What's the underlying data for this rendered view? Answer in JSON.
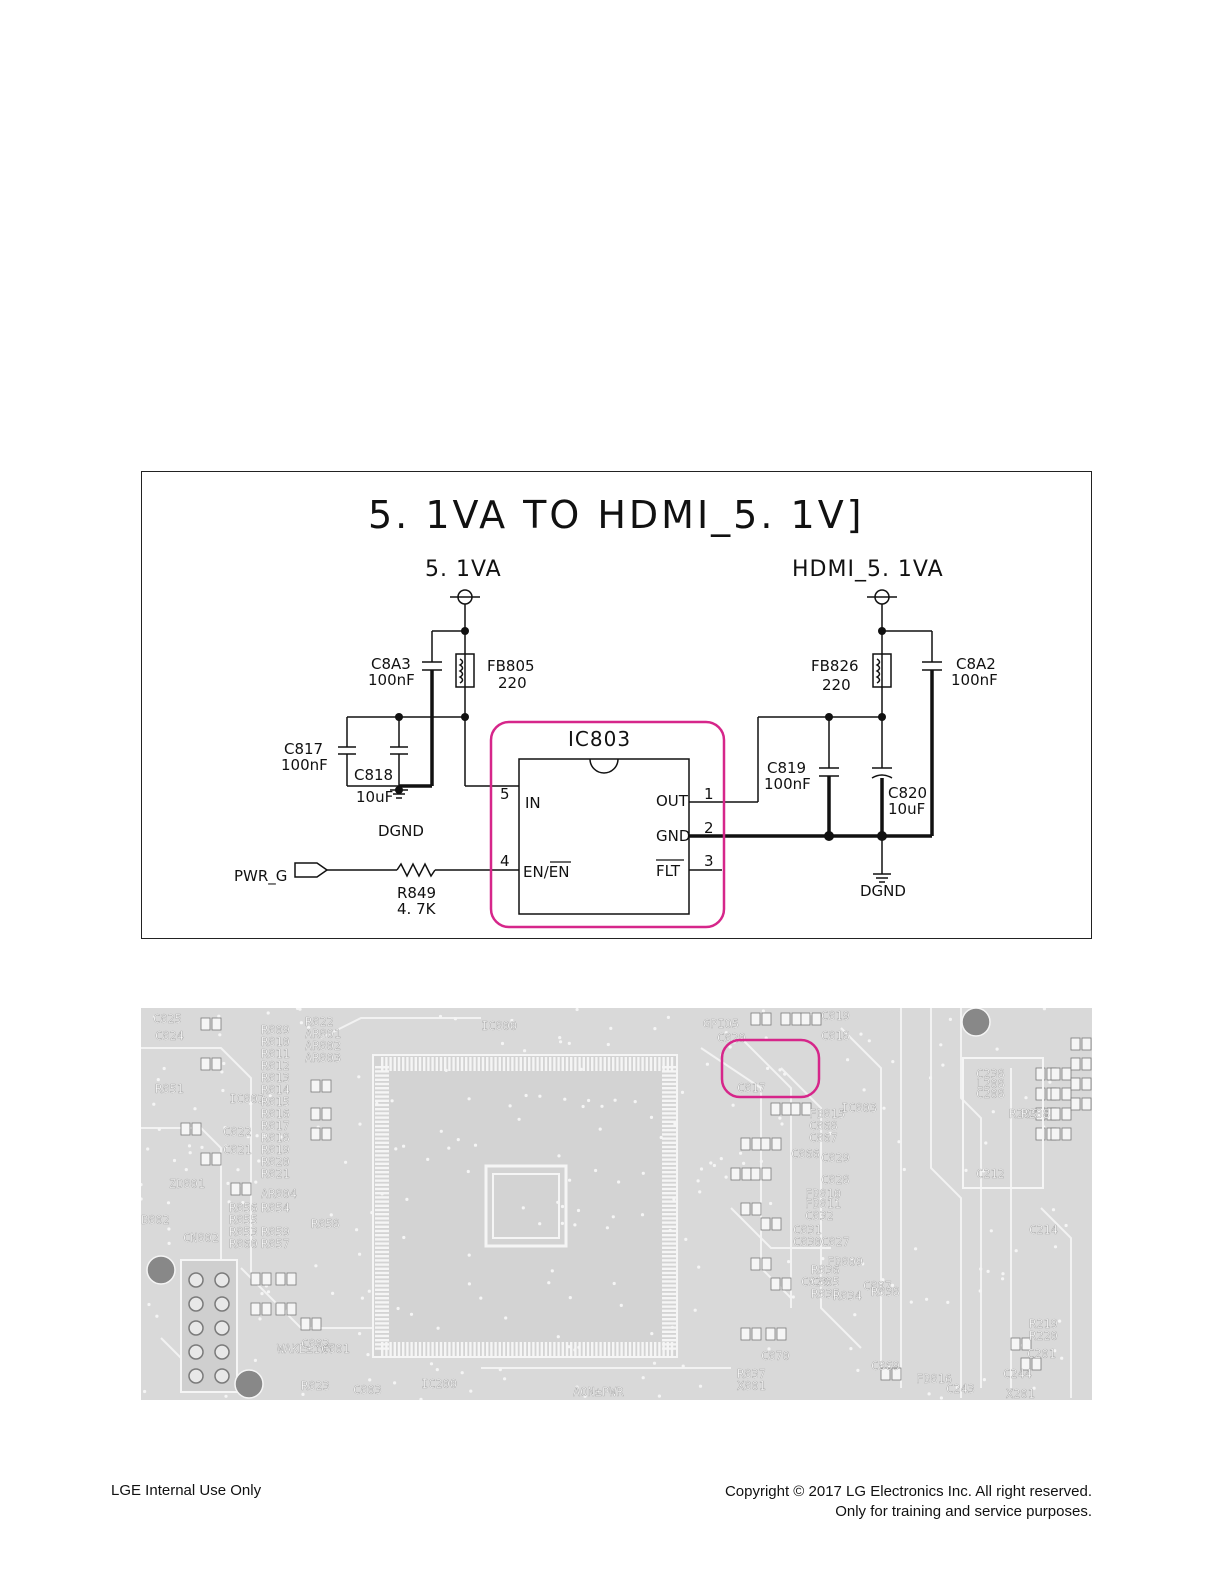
{
  "schematic": {
    "title": "5. 1VA TO HDMI_5. 1V]",
    "input_rail": "5. 1VA",
    "output_rail": "HDMI_5. 1VA",
    "ic": {
      "ref": "IC803",
      "pins": [
        {
          "num": "5",
          "name": "IN"
        },
        {
          "num": "4",
          "name": "EN/EN"
        },
        {
          "num": "1",
          "name": "OUT"
        },
        {
          "num": "2",
          "name": "GND"
        },
        {
          "num": "3",
          "name": "FLT"
        }
      ]
    },
    "components": {
      "c8a3": {
        "ref": "C8A3",
        "value": "100nF"
      },
      "fb805": {
        "ref": "FB805",
        "value": "220"
      },
      "c817": {
        "ref": "C817",
        "value": "100nF"
      },
      "c818": {
        "ref": "C818",
        "value": "10uF"
      },
      "fb826": {
        "ref": "FB826",
        "value": "220"
      },
      "c8a2": {
        "ref": "C8A2",
        "value": "100nF"
      },
      "c819": {
        "ref": "C819",
        "value": "100nF"
      },
      "c820": {
        "ref": "C820",
        "value": "10uF"
      },
      "r849": {
        "ref": "R849",
        "value": "4. 7K"
      }
    },
    "ground_left": "DGND",
    "ground_right": "DGND",
    "signal": "PWR_G",
    "highlight_color": "#d6268a"
  },
  "pcb": {
    "labels": [
      "C825",
      "C824",
      "R851",
      "IC802",
      "C822",
      "C821",
      "ZD801",
      "B802",
      "CN802",
      "R809",
      "R810",
      "R811",
      "R812",
      "R813",
      "R814",
      "R815",
      "R816",
      "R817",
      "R818",
      "R819",
      "R820",
      "R821",
      "R822",
      "AR801",
      "AR802",
      "AR803",
      "AR804",
      "R856",
      "R854",
      "R855",
      "R853",
      "R859",
      "R860",
      "R857",
      "R858",
      "WAKE±INT",
      "C802",
      "C801",
      "R823",
      "C803",
      "AON±PWR",
      "IC800",
      "GPIO5",
      "C820",
      "C819",
      "C818",
      "C817",
      "IC803",
      "FB815",
      "C868",
      "C867",
      "C866",
      "C829",
      "C828",
      "FB810",
      "FB811",
      "C832",
      "C831",
      "C830",
      "C827",
      "C826",
      "FB809",
      "R836",
      "C805",
      "R835",
      "R834",
      "C807",
      "R838",
      "R837",
      "X801",
      "C870",
      "C869",
      "FB816",
      "C243",
      "C244",
      "C201",
      "R219",
      "R220",
      "X201",
      "C238",
      "L208",
      "C208",
      "R205",
      "R208",
      "C212",
      "C214",
      "IC200"
    ],
    "highlight_ref": "IC803"
  },
  "footer": {
    "left": "LGE Internal Use Only",
    "right_line1": "Copyright © 2017 LG Electronics Inc. All right reserved.",
    "right_line2": "Only for training and service purposes."
  }
}
